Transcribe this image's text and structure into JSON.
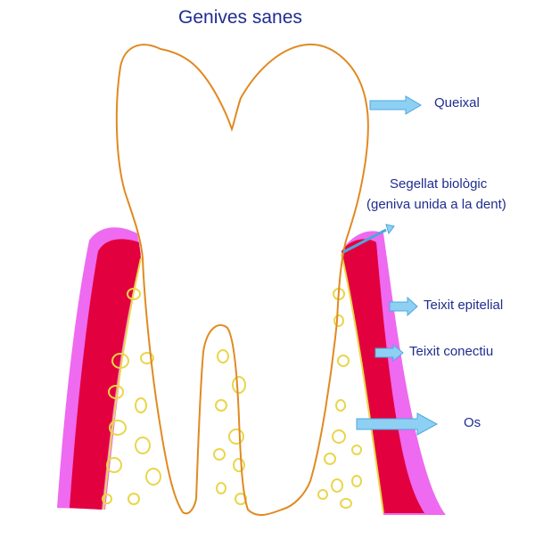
{
  "title": "Genives sanes",
  "labels": {
    "queixal": "Queixal",
    "segellat_line1": "Segellat biològic",
    "segellat_line2": "(geniva unida a la dent)",
    "teixit_epitelial": "Teixit epitelial",
    "teixit_conectiu": "Teixit conectiu",
    "os": "Os"
  },
  "colors": {
    "text": "#1f2d8f",
    "tooth_outline": "#e08a22",
    "gum_epithelium": "#ee6af0",
    "gum_connective": "#e3003e",
    "bone_outline": "#e9d64a",
    "arrow_fill": "#8dd0f3",
    "arrow_stroke": "#4ca8dc"
  }
}
